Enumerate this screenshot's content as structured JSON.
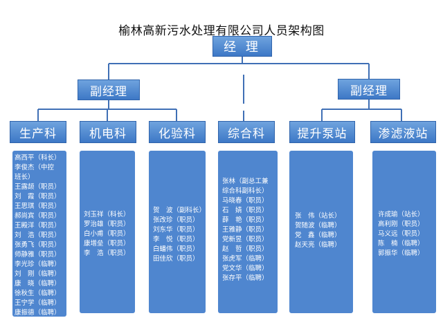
{
  "title": "榆林高新污水处理有限公司人员架构图",
  "manager": "经 理",
  "deputies": [
    "副经理",
    "副经理"
  ],
  "departments": [
    {
      "name": "生产科",
      "staff": [
        "高西平（科长）",
        "李俊杰（中控",
        "班长）",
        "王露颉（职员）",
        "刘　霞（职员）",
        "王思琪（职员）",
        "郝尚宾（职员）",
        "王殿洋（职员）",
        "刘　浩（职员）",
        "张勇飞（职员）",
        "师静雅（职员）",
        "李光珍（临聘）",
        "刘　刚（临聘）",
        "康　晓（临聘）",
        "徐秋生（临聘）",
        "王宁学（临聘）",
        "康振德（临聘）"
      ]
    },
    {
      "name": "机电科",
      "staff": [
        "刘玉祥（科长）",
        "罗治雄（职员）",
        "白小甫（职员）",
        "康增垒（职员）",
        "李　浩（职员）"
      ]
    },
    {
      "name": "化验科",
      "staff": [
        "贺　波（副科长）",
        "张改珍（职员）",
        "刘东华（职员）",
        "李　悦（职员）",
        "白蟠伟（职员）",
        "田佳欣（职员）"
      ]
    },
    {
      "name": "综合科",
      "staff": [
        "张林（副总工兼",
        "综合科副科长）",
        "马晓春（职员）",
        "石　婧（职员）",
        "薛　艳（职员）",
        "王雅静（职员）",
        "党新昱（职员）",
        "赵　哲（职员）",
        "张虎军（临聘）",
        "党文华（临聘）",
        "张存平（临聘）"
      ]
    },
    {
      "name": "提升泵站",
      "staff": [
        "张　伟（站长）",
        "贺随波（临聘）",
        "党　鑫（临聘）",
        "赵天亮（临聘）"
      ]
    },
    {
      "name": "渗滤液站",
      "staff": [
        "许成瑜（站长）",
        "高利刚（职员）",
        "马义远（职员）",
        "陈　楠（临聘）",
        "郭振华（临聘）"
      ]
    }
  ],
  "colors": {
    "box": "#4f86cf",
    "border": "#2f63ab",
    "line": "#3f6fb5"
  }
}
